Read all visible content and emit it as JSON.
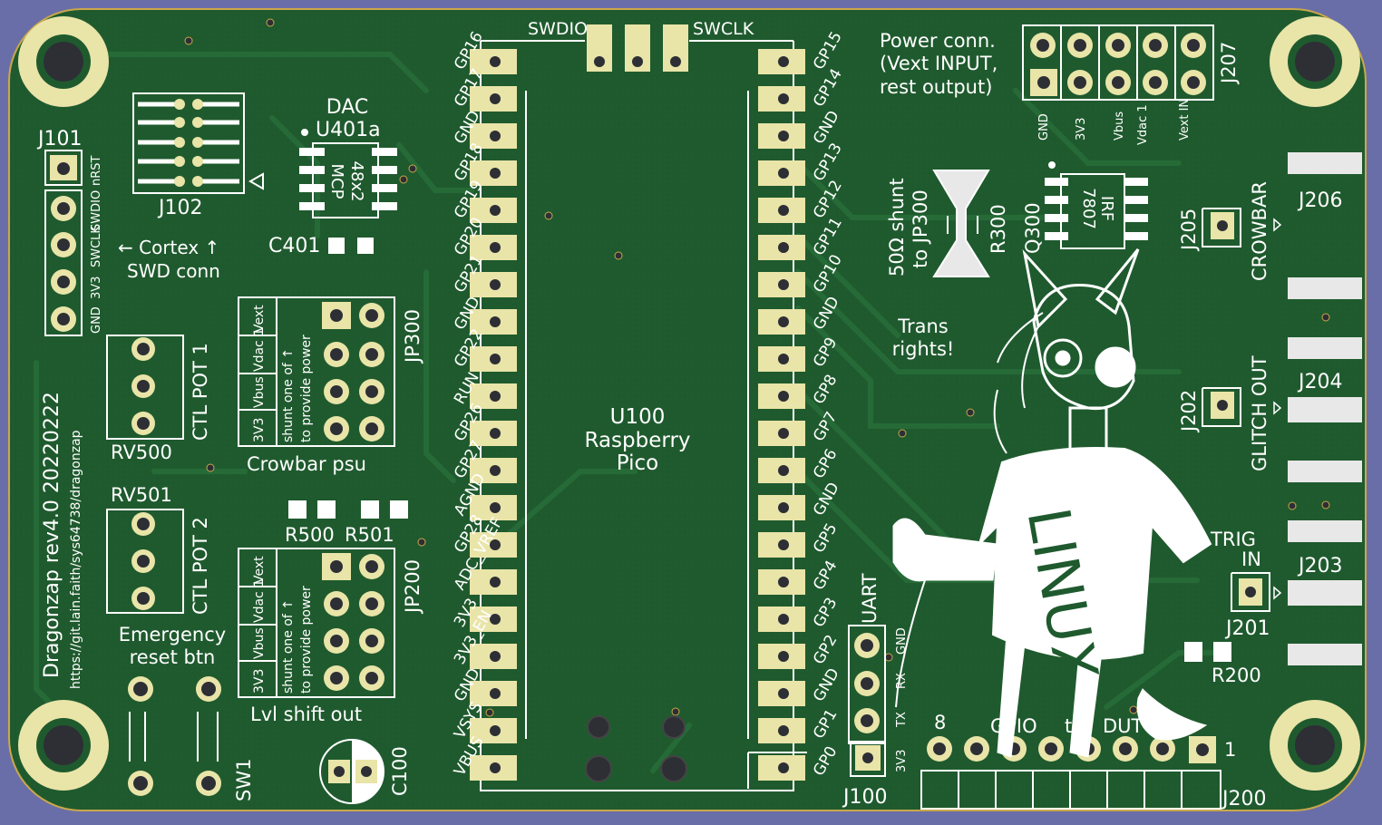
{
  "board": {
    "title": "Dragonzap rev4.0 20220222",
    "url": "https://git.lain.faith/sys64738/dragonzap",
    "colors": {
      "pcb": "#1f5a2e",
      "pad": "#e9e4a8",
      "silk": "#ffffff",
      "bg": "#6a6ea8",
      "hole": "#2d2f35"
    }
  },
  "top": {
    "swdio": "SWDIO",
    "swclk": "SWCLK"
  },
  "pico": {
    "ref": "U100",
    "name1": "Raspberry",
    "name2": "Pico",
    "left_pins": [
      "GP16",
      "GP17",
      "GND",
      "GP18",
      "GP19",
      "GP20",
      "GP21",
      "GND",
      "GP22",
      "RUN",
      "GP26",
      "GP27",
      "AGND",
      "GP28",
      "ADC_VREF",
      "3V3",
      "3V3_EN",
      "GND",
      "VSYS",
      "VBUS"
    ],
    "right_pins": [
      "GP15",
      "GP14",
      "GND",
      "GP13",
      "GP12",
      "GP11",
      "GP10",
      "GND",
      "GP9",
      "GP8",
      "GP7",
      "GP6",
      "GND",
      "GP5",
      "GP4",
      "GP3",
      "GP2",
      "GND",
      "GP1",
      "GP0"
    ]
  },
  "j101": {
    "ref": "J101",
    "pins": [
      "nRST",
      "SWDIO",
      "SWCLK",
      "3V3",
      "GND"
    ],
    "desc1": "← Cortex ↑",
    "desc2": "SWD conn"
  },
  "j102": {
    "ref": "J102"
  },
  "dac": {
    "label": "DAC",
    "ref": "U401a",
    "part1": "MCP",
    "part2": "48x2"
  },
  "c401": {
    "ref": "C401"
  },
  "jp300": {
    "ref": "JP300",
    "rails": [
      "Vext",
      "Vdac 1",
      "Vbus",
      "3V3"
    ],
    "note1": "shunt one of ↑",
    "note2": "to provide power",
    "caption": "Crowbar psu"
  },
  "jp200": {
    "ref": "JP200",
    "rails": [
      "Vext",
      "Vdac 1",
      "Vbus",
      "3V3"
    ],
    "note1": "shunt one of ↑",
    "note2": "to provide power",
    "caption": "Lvl shift out"
  },
  "rv500": {
    "ref": "RV500",
    "label": "CTL POT 1"
  },
  "rv501": {
    "ref": "RV501",
    "label": "CTL POT 2"
  },
  "r500": {
    "ref": "R500"
  },
  "r501": {
    "ref": "R501"
  },
  "sw1": {
    "ref": "SW1",
    "label1": "Emergency",
    "label2": "reset btn"
  },
  "c100": {
    "ref": "C100"
  },
  "power": {
    "title1": "Power conn.",
    "title2": "(Vext INPUT,",
    "title3": "rest output)",
    "ref": "J207",
    "pins": [
      "GND",
      "3V3",
      "Vbus",
      "Vdac 1",
      "Vext IN"
    ]
  },
  "shunt": {
    "line1": "50Ω shunt",
    "line2": "to JP300",
    "ref": "R300"
  },
  "q300": {
    "ref": "Q300",
    "part1": "IRF",
    "part2": "7807"
  },
  "trans": {
    "line1": "Trans",
    "line2": "rights!"
  },
  "crowbar": {
    "ref": "J206",
    "label": "CROWBAR",
    "header": "J205"
  },
  "glitch": {
    "ref": "J204",
    "label": "GLITCH OUT",
    "header": "J202"
  },
  "trig": {
    "ref": "J203",
    "label1": "TRIG",
    "label2": "IN",
    "header": "J201"
  },
  "r200": {
    "ref": "R200"
  },
  "uart": {
    "label": "UART",
    "ref": "J100",
    "pins": [
      "GND",
      "RX",
      "TX",
      "3V3"
    ]
  },
  "gpio": {
    "ref": "J200",
    "label_start": "8",
    "label_mid": "GPIO",
    "label_to": "to",
    "label_dut": "DUT",
    "label_end": "1"
  },
  "art": {
    "shirt_text": "LINUX"
  }
}
